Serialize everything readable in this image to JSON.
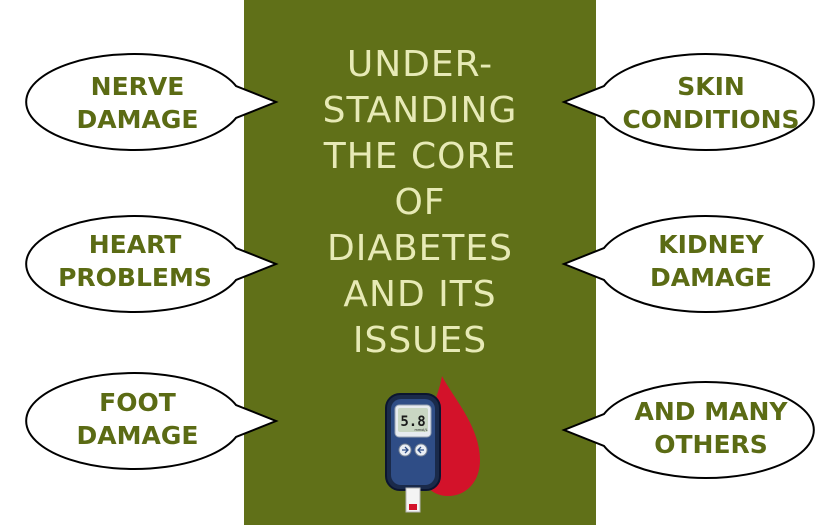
{
  "title_lines": [
    "UNDER-",
    "STANDING",
    "THE CORE",
    "OF",
    "DIABETES",
    "AND ITS",
    "ISSUES"
  ],
  "bubbles": {
    "left_top": [
      "NERVE",
      "DAMAGE"
    ],
    "left_mid": [
      "HEART",
      "PROBLEMS"
    ],
    "left_bottom": [
      "FOOT",
      "DAMAGE"
    ],
    "right_top": [
      "SKIN",
      "CONDITIONS"
    ],
    "right_mid": [
      "KIDNEY",
      "DAMAGE"
    ],
    "right_bottom": [
      "AND MANY",
      "OTHERS"
    ]
  },
  "meter": {
    "reading": "5.8",
    "unit": "mmol/L"
  },
  "colors": {
    "panel": "#607018",
    "title_text": "#e7eab6",
    "bubble_text": "#5b6b14",
    "drop": "#d3122a"
  }
}
